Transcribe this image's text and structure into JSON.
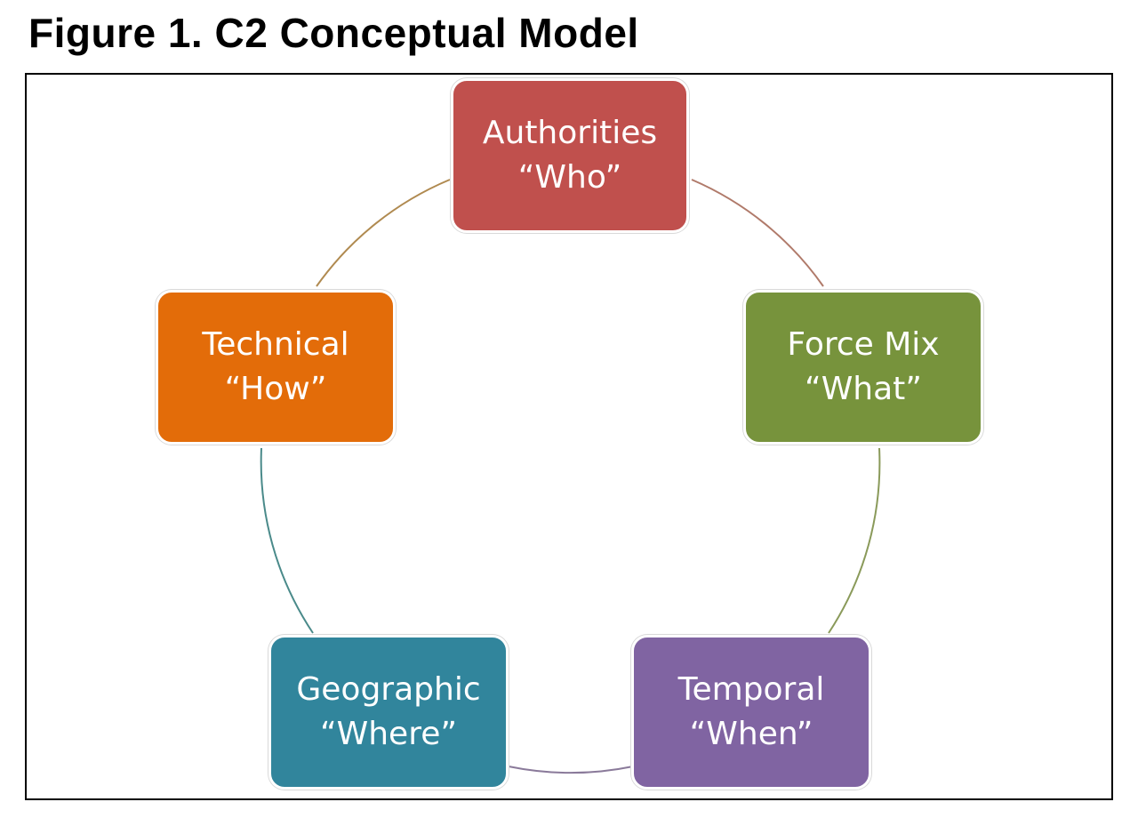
{
  "figure": {
    "title": "Figure 1. C2 Conceptual Model"
  },
  "nodes": [
    {
      "label": "Authorities",
      "question": "“Who”",
      "color": "#c0504d"
    },
    {
      "label": "Force Mix",
      "question": "“What”",
      "color": "#77933c"
    },
    {
      "label": "Temporal",
      "question": "“When”",
      "color": "#8064a2"
    },
    {
      "label": "Geographic",
      "question": "“Where”",
      "color": "#31859c"
    },
    {
      "label": "Technical",
      "question": "“How”",
      "color": "#e36c09"
    }
  ],
  "connector_colors": [
    "#b07a6a",
    "#8a9a5a",
    "#8a7a9a",
    "#4a8a8a",
    "#b08a50"
  ]
}
